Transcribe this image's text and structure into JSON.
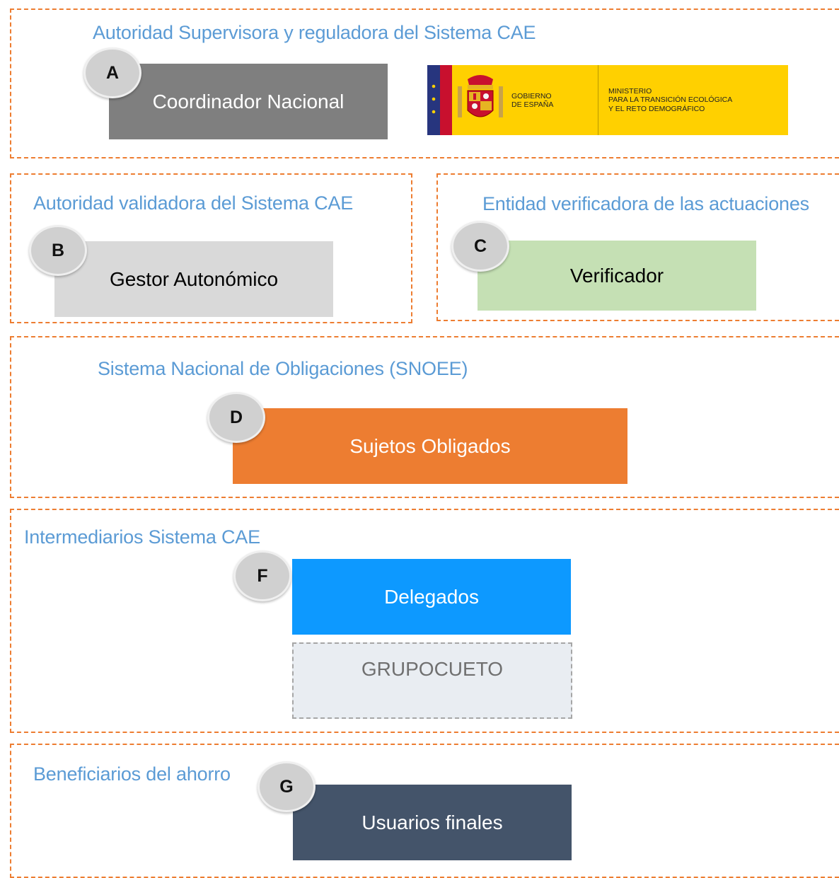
{
  "sections": {
    "a": {
      "title": "Autoridad Supervisora y reguladora del Sistema CAE",
      "badge": "A",
      "box": "Coordinador Nacional"
    },
    "b": {
      "title": "Autoridad validadora del Sistema CAE",
      "badge": "B",
      "box": "Gestor Autonómico"
    },
    "c": {
      "title": "Entidad verificadora de las actuaciones",
      "badge": "C",
      "box": "Verificador"
    },
    "d": {
      "title": "Sistema Nacional de Obligaciones (SNOEE)",
      "badge": "D",
      "box": "Sujetos Obligados"
    },
    "f": {
      "title": "Intermediarios Sistema CAE",
      "badge": "F",
      "box": "Delegados",
      "box2": "GRUPOCUETO"
    },
    "g": {
      "title": "Beneficiarios del ahorro",
      "badge": "G",
      "box": "Usuarios finales"
    }
  },
  "logo": {
    "gov_line1": "GOBIERNO",
    "gov_line2": "DE ESPAÑA",
    "min_line1": "MINISTERIO",
    "min_line2": "PARA LA TRANSICIÓN ECOLÓGICA",
    "min_line3": "Y EL RETO DEMOGRÁFICO"
  },
  "colors": {
    "border": "#ED7D31",
    "title": "#5B9BD5",
    "coordinador": "#7F7F7F",
    "gestor": "#D9D9D9",
    "verificador": "#C5E0B4",
    "sujetos": "#ED7D31",
    "delegados": "#0D99FF",
    "grupocueto": "#E9EDF2",
    "usuarios": "#44546A"
  }
}
